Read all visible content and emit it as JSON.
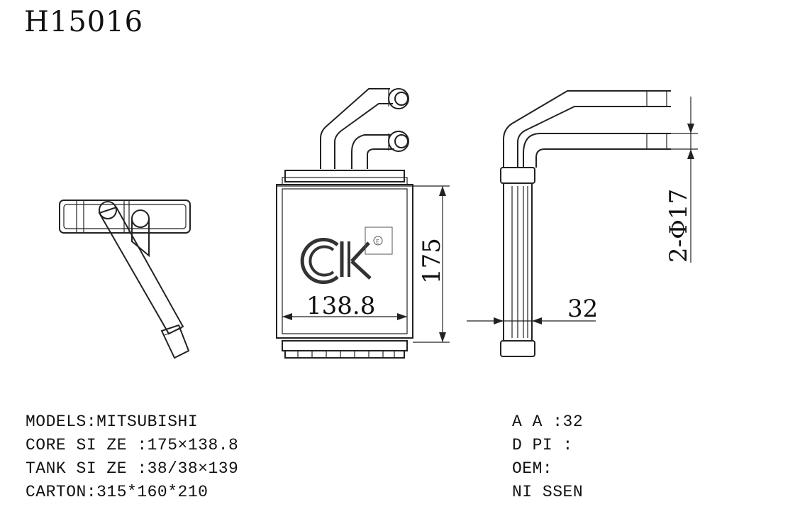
{
  "title": "H15016",
  "dimensions": {
    "core_width": "138.8",
    "core_height": "175",
    "thickness": "32",
    "pipe": "2-Φ17"
  },
  "logo_text": "ck",
  "specs_left": [
    "MODELS:MITSUBISHI",
    "CORE SI ZE :175×138.8",
    "TANK SI ZE :38/38×139",
    "CARTON:315*160*210"
  ],
  "specs_right": [
    "A A :32",
    "D PI :",
    "OEM:",
    "NI SSEN"
  ]
}
